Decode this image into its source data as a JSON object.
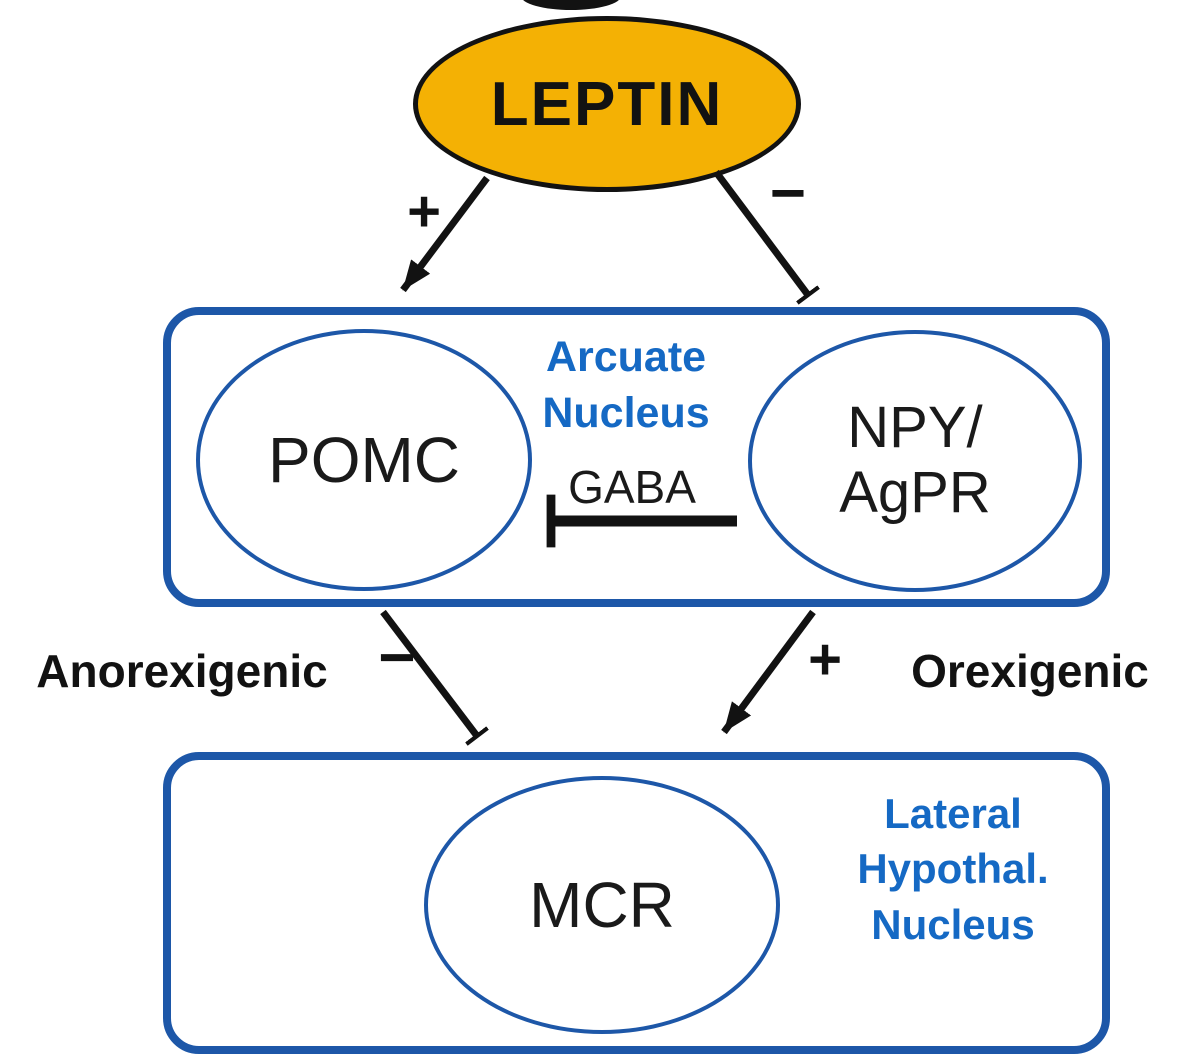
{
  "diagram": {
    "nodes": {
      "leptin": {
        "label": "LEPTIN"
      },
      "pomc": {
        "label": "POMC"
      },
      "npy_agpr": {
        "label_line1": "NPY/",
        "label_line2": "AgPR"
      },
      "mcr": {
        "label": "MCR"
      }
    },
    "regions": {
      "arcuate_nucleus": {
        "line1": "Arcuate",
        "line2": "Nucleus"
      },
      "lateral_hypothalamic_nucleus": {
        "line1": "Lateral",
        "line2": "Hypothal.",
        "line3": "Nucleus"
      }
    },
    "edges": {
      "leptin_to_pomc": {
        "sign": "+",
        "type": "activation"
      },
      "leptin_to_npy": {
        "sign": "−",
        "type": "inhibition"
      },
      "npy_to_pomc": {
        "label": "GABA",
        "type": "inhibition"
      },
      "pomc_to_mcr": {
        "sign": "−",
        "label": "Anorexigenic",
        "type": "inhibition"
      },
      "npy_to_mcr": {
        "sign": "+",
        "label": "Orexigenic",
        "type": "activation"
      }
    },
    "colors": {
      "leptin_fill": "#F4B104",
      "outline_blue": "#1D57A8",
      "label_blue": "#1569C4",
      "line_black": "#121212",
      "background": "#FFFFFF"
    }
  }
}
